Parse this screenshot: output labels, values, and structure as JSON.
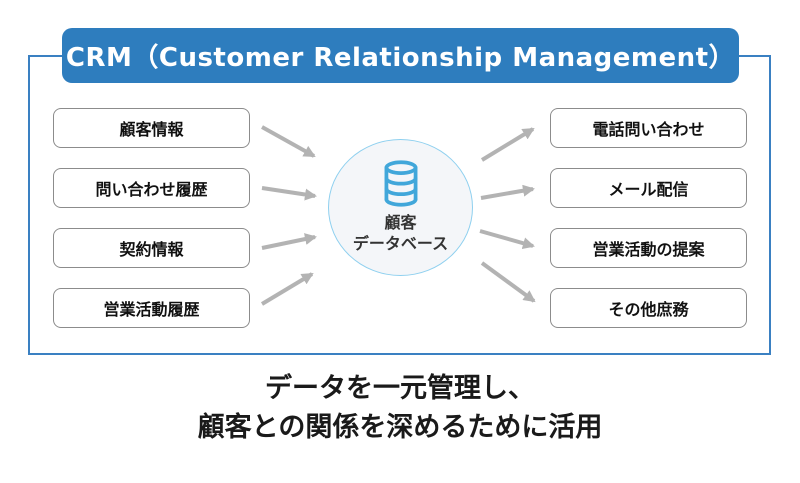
{
  "header": {
    "title": "CRM（Customer Relationship Management）"
  },
  "diagram": {
    "inputs": [
      "顧客情報",
      "問い合わせ履歴",
      "契約情報",
      "営業活動履歴"
    ],
    "center": {
      "icon": "database-icon",
      "line1": "顧客",
      "line2": "データベース"
    },
    "outputs": [
      "電話問い合わせ",
      "メール配信",
      "営業活動の提案",
      "その他庶務"
    ]
  },
  "caption": {
    "line1": "データを一元管理し、",
    "line2": "顧客との関係を深めるために活用"
  },
  "colors": {
    "header_bg": "#2e7dbe",
    "header_text": "#ffffff",
    "frame_border": "#3a80c2",
    "box_border": "#8c8c8c",
    "box_text": "#111111",
    "circle_bg": "#f4f6f9",
    "circle_border": "#8fd0ef",
    "icon_blue": "#41a7da",
    "arrow_gray": "#b3b3b3",
    "caption_text": "#1a1a1a"
  }
}
